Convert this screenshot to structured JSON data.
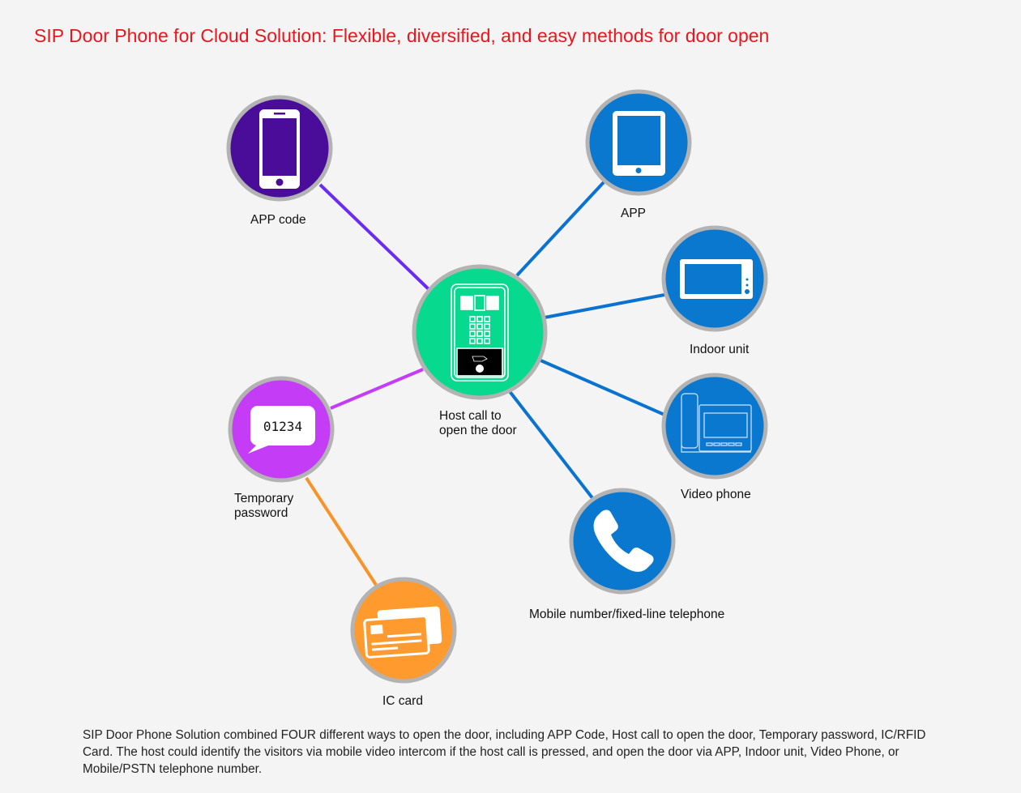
{
  "title": "SIP Door Phone for Cloud Solution: Flexible, diversified, and easy methods for door open",
  "nodes": {
    "app_code": {
      "label": "APP code",
      "icon": "smartphone-icon",
      "color": "#4a0d9a",
      "line_color": "#6a2cf5"
    },
    "app": {
      "label": "APP",
      "icon": "tablet-icon",
      "color": "#0b78d0",
      "line_color": "#0a72d0"
    },
    "indoor_unit": {
      "label": "Indoor unit",
      "icon": "indoor-monitor-icon",
      "color": "#0b78d0",
      "line_color": "#0a72d0"
    },
    "host": {
      "label_line1": "Host call to",
      "label_line2": "open the door",
      "icon": "door-phone-icon",
      "color": "#07d98f"
    },
    "temporary_password": {
      "label_line1": "Temporary",
      "label_line2": "password",
      "icon": "speech-bubble-icon",
      "code": "01234",
      "color": "#c43cf5",
      "line_color": "#c43cf5"
    },
    "video_phone": {
      "label": "Video phone",
      "icon": "video-phone-icon",
      "color": "#0b78d0",
      "line_color": "#0a72d0"
    },
    "mobile": {
      "label": "Mobile number/fixed-line telephone",
      "icon": "phone-handset-icon",
      "color": "#0b78d0",
      "line_color": "#0a72d0"
    },
    "ic_card": {
      "label": "IC card",
      "icon": "card-icon",
      "color": "#ff9a2e",
      "line_color": "#f7932a"
    }
  },
  "description": "SIP Door Phone Solution combined FOUR different ways to open the door, including APP Code, Host call to open the door, Temporary password, IC/RFID Card. The host could identify the visitors via mobile video intercom if the host call is pressed, and open the door via APP, Indoor unit, Video Phone, or Mobile/PSTN telephone number."
}
